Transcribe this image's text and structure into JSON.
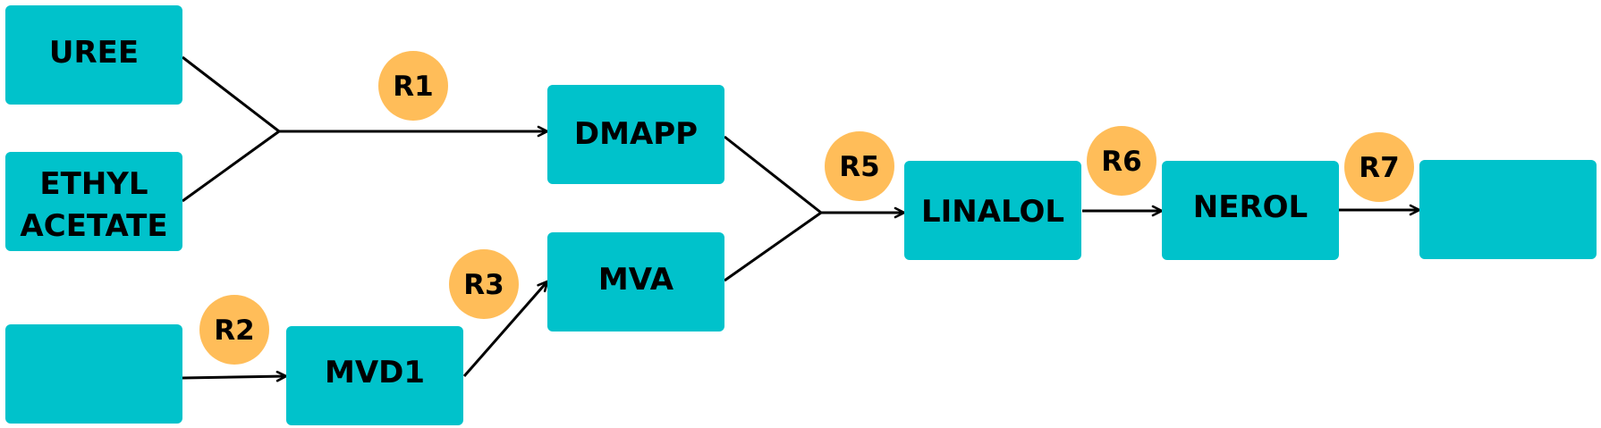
{
  "nodes": {
    "uree": {
      "lines": [
        "UREE"
      ]
    },
    "ethyl_acetate": {
      "lines": [
        "ETHYL",
        "ACETATE"
      ]
    },
    "unlabeled_start": {
      "lines": []
    },
    "mvd1": {
      "lines": [
        "MVD1"
      ]
    },
    "dmapp": {
      "lines": [
        "DMAPP"
      ]
    },
    "mva": {
      "lines": [
        "MVA"
      ]
    },
    "linalol": {
      "lines": [
        "LINALOL"
      ]
    },
    "nerol": {
      "lines": [
        "NEROL"
      ]
    },
    "unlabeled_end": {
      "lines": []
    }
  },
  "reactions": {
    "r1": "R1",
    "r2": "R2",
    "r3": "R3",
    "r5": "R5",
    "r6": "R6",
    "r7": "R7"
  },
  "colors": {
    "node_fill": "#00c2cb",
    "reaction_fill": "#ffbd59",
    "line": "#000000"
  }
}
